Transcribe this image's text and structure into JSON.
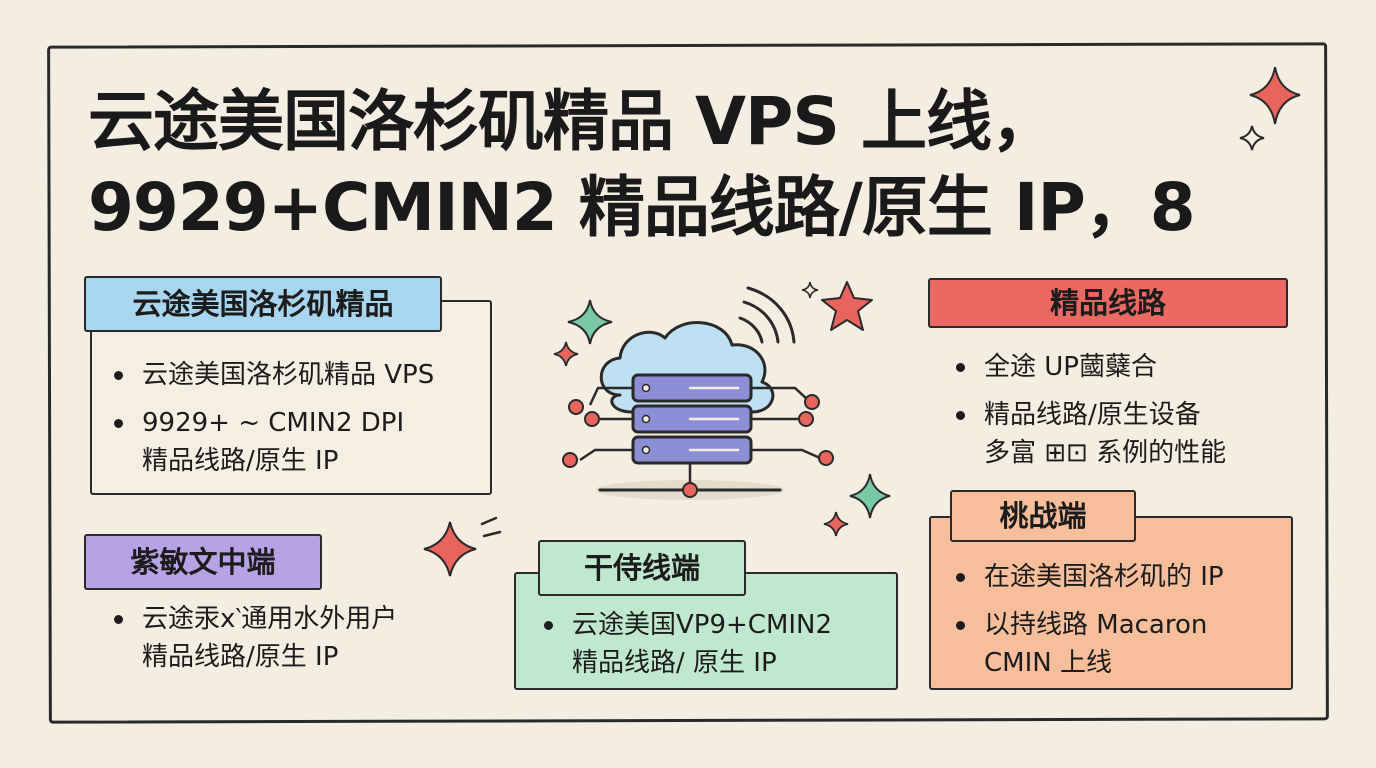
{
  "title": {
    "line1": "云途美国洛杉矶精品 VPS 上线，",
    "line2": "9929+CMIN2 精品线路/原生 IP，8"
  },
  "colors": {
    "background": "#f4eee2",
    "ink": "#1c1c1c",
    "blue": "#a7d6ee",
    "red": "#ea6a62",
    "purple": "#b8a2e6",
    "green": "#bfe8cf",
    "orange": "#f6be9a",
    "star_red": "#e8655d",
    "star_green": "#79c9a6",
    "server_purple": "#8c8fd6",
    "cloud_blue": "#bde0f3"
  },
  "panels": {
    "top_left": {
      "tag": "云途美国洛杉矶精品",
      "items": [
        "云途美国洛杉矶精品 VPS",
        "9929+ ~ CMIN2 DPI\n精品线路/原生 IP"
      ]
    },
    "top_right": {
      "tag": "精品线路",
      "items": [
        "全途 UP蔮糵合",
        "精品线路/原生设备\n多富 ⊞⊡ 系例的性能"
      ]
    },
    "bottom_left": {
      "tag": "紫敏文中端",
      "items": [
        "云途汞ⅹ‵通用水外用户\n精品线路/原生 IP"
      ]
    },
    "bottom_middle": {
      "tag": "干侍线端",
      "items": [
        "云途美国VP9+CMIN2\n精品线路/ 原生 IP"
      ]
    },
    "bottom_right": {
      "tag": "桃战端",
      "items": [
        "在途美国洛杉矶的 IP",
        "以持线路 Macaron\nCMIN 上线"
      ]
    }
  },
  "icons": {
    "illustration": "cloud-server-icon",
    "sparkles": "sparkle-icon"
  }
}
